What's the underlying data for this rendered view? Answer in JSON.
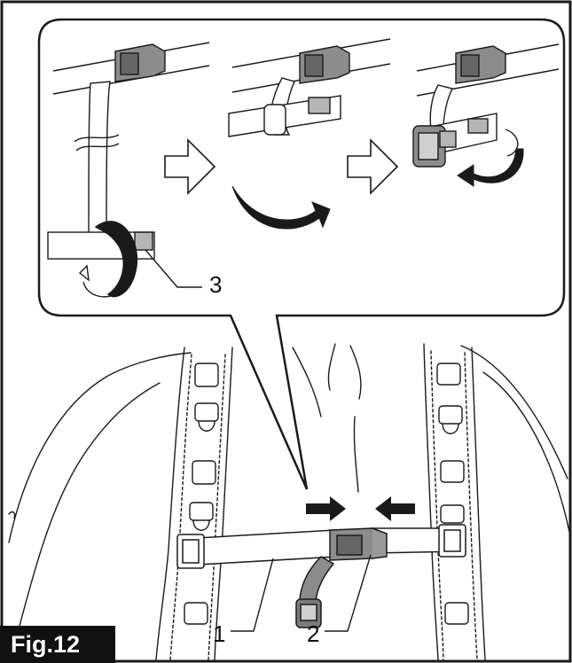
{
  "figure_label": "Fig.12",
  "callouts": {
    "c1": "1",
    "c2": "2",
    "c3": "3"
  },
  "colors": {
    "line": "#1a1a1a",
    "buckle_fill": "#8c8c8c",
    "tab_fill": "#b5b5b5",
    "arrow_fill": "#1a1a1a",
    "label_bg": "#111111",
    "label_text": "#ffffff"
  },
  "icons": [
    "step-arrow-icon",
    "rotate-arrow-icon",
    "push-arrow-icon"
  ]
}
